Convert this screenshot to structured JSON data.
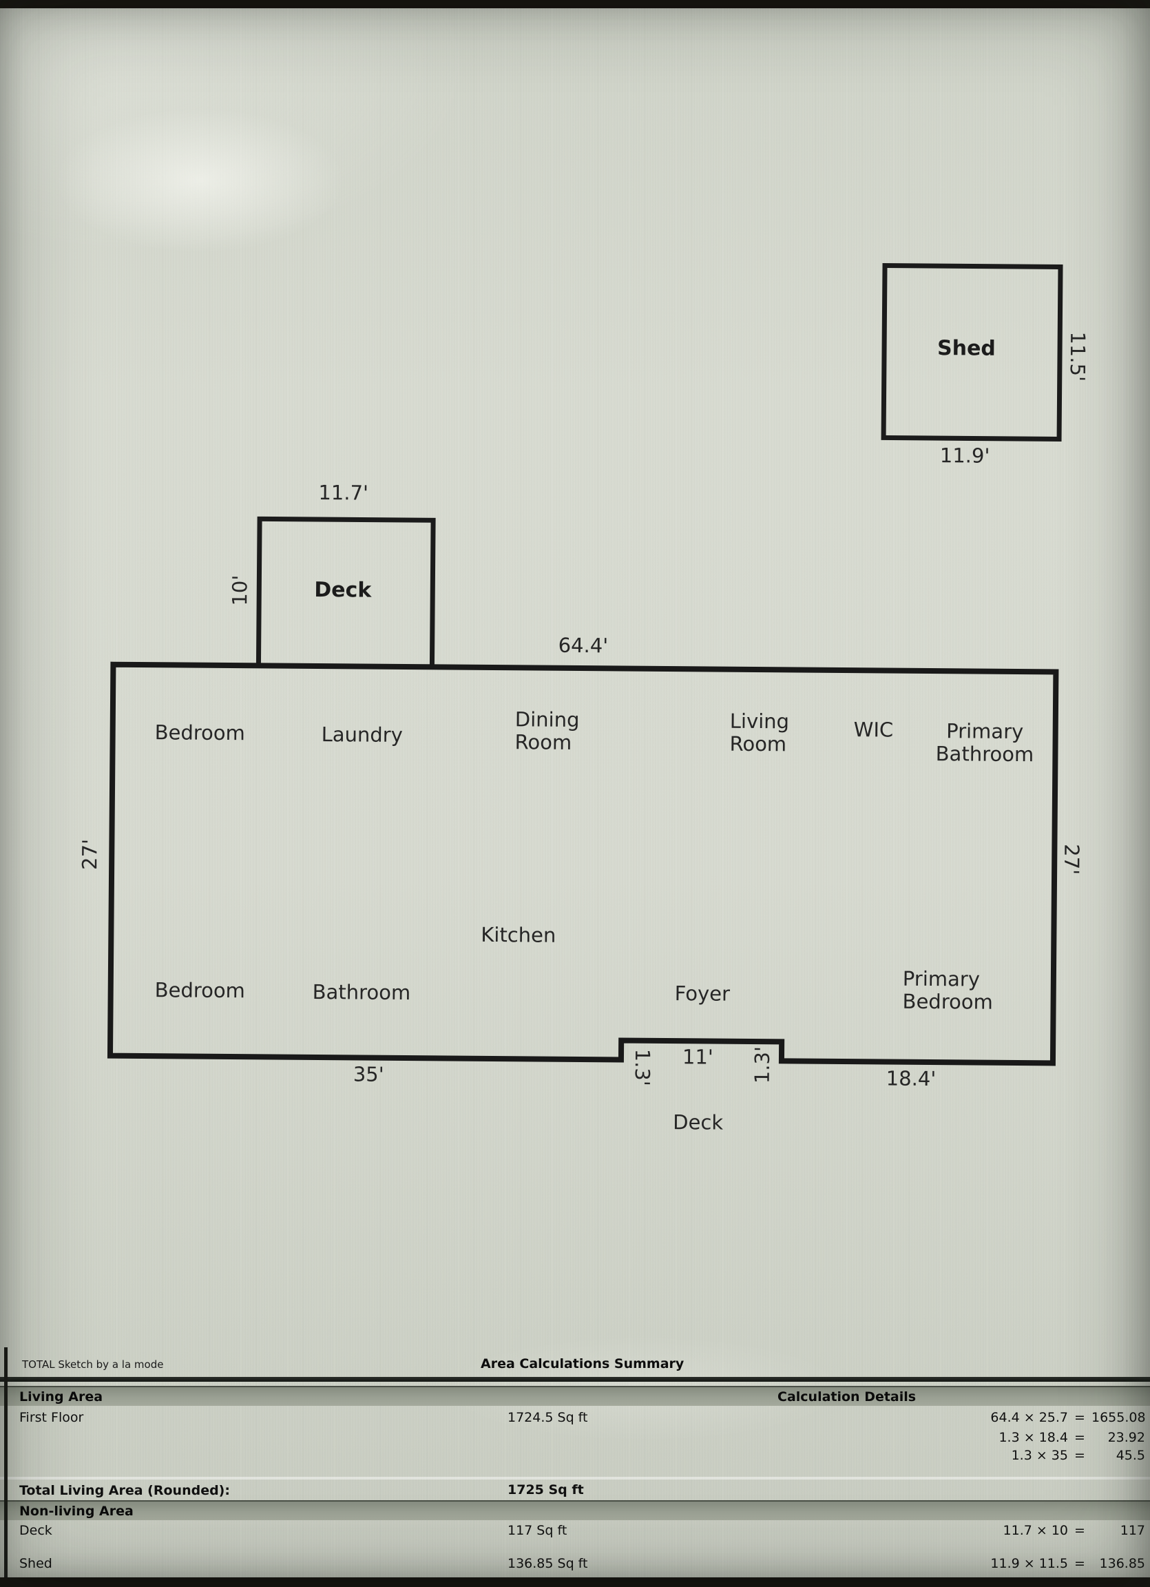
{
  "sketch": {
    "brand": "TOTAL Sketch by a la mode",
    "rooms": {
      "bedroom_top": "Bedroom",
      "laundry": "Laundry",
      "dining_room": "Dining\nRoom",
      "living_room": "Living\nRoom",
      "wic": "WIC",
      "primary_bathroom": "Primary\nBathroom",
      "kitchen": "Kitchen",
      "bedroom_bottom": "Bedroom",
      "bathroom": "Bathroom",
      "foyer": "Foyer",
      "primary_bedroom": "Primary\nBedroom"
    },
    "structures": {
      "deck_top": "Deck",
      "deck_bottom": "Deck",
      "shed": "Shed"
    },
    "dimensions": {
      "main_width": "64.4'",
      "main_left": "27'",
      "main_right": "27'",
      "bottom_left": "35'",
      "bottom_right": "18.4'",
      "notch_width": "11'",
      "notch_left": "1.3'",
      "notch_right": "1.3'",
      "deck_width": "11.7'",
      "deck_height": "10'",
      "shed_width": "11.9'",
      "shed_height": "11.5'"
    },
    "colors": {
      "line": "#1a1a1a",
      "paper": "#d7dbd0"
    }
  },
  "summary": {
    "title": "Area Calculations Summary",
    "living_header": "Living Area",
    "calc_header": "Calculation Details",
    "first_floor": {
      "name": "First Floor",
      "area": "1724.5 Sq ft"
    },
    "calc_details": [
      {
        "expr": "64.4 × 25.7",
        "eq": "=",
        "val": "1655.08"
      },
      {
        "expr": "1.3 × 18.4",
        "eq": "=",
        "val": "23.92"
      },
      {
        "expr": "1.3 × 35",
        "eq": "=",
        "val": "45.5"
      }
    ],
    "total_label": "Total Living Area (Rounded):",
    "total_value": "1725 Sq ft",
    "nonliving_header": "Non-living Area",
    "nonliving": [
      {
        "name": "Deck",
        "area": "117 Sq ft",
        "expr": "11.7 × 10",
        "eq": "=",
        "val": "117"
      },
      {
        "name": "Shed",
        "area": "136.85 Sq ft",
        "expr": "11.9 × 11.5",
        "eq": "=",
        "val": "136.85"
      }
    ]
  }
}
